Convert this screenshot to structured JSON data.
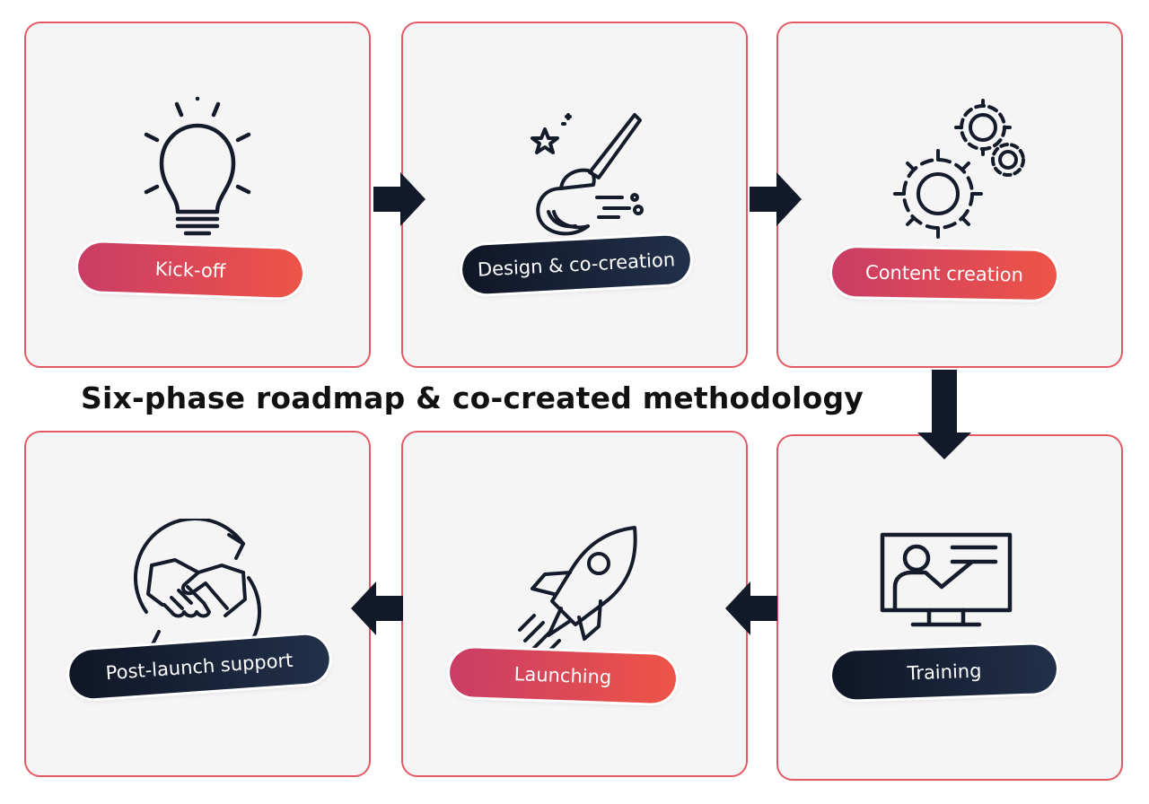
{
  "title": "Six-phase roadmap & co-created methodology",
  "colors": {
    "card_border": "#e25a63",
    "card_bg": "#f6f5f6",
    "pill_red_start": "#c93d66",
    "pill_red_end": "#ee5447",
    "pill_dark": "#0f1626",
    "arrow": "#121a29"
  },
  "phases": [
    {
      "label": "Kick-off",
      "icon": "lightbulb-icon",
      "pill_style": "red"
    },
    {
      "label": "Design & co-creation",
      "icon": "paintbrush-icon",
      "pill_style": "dark"
    },
    {
      "label": "Content creation",
      "icon": "gears-icon",
      "pill_style": "red"
    },
    {
      "label": "Training",
      "icon": "presentation-screen-icon",
      "pill_style": "dark"
    },
    {
      "label": "Launching",
      "icon": "rocket-icon",
      "pill_style": "red"
    },
    {
      "label": "Post-launch support",
      "icon": "handshake-cycle-icon",
      "pill_style": "dark"
    }
  ],
  "flow": [
    "Kick-off",
    "Design & co-creation",
    "Content creation",
    "Training",
    "Launching",
    "Post-launch support"
  ]
}
